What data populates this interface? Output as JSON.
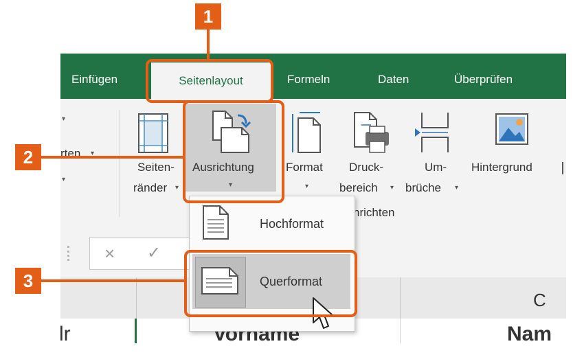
{
  "tabs": [
    {
      "label": "Einfügen"
    },
    {
      "label": "Seitenlayout",
      "active": true
    },
    {
      "label": "Formeln"
    },
    {
      "label": "Daten"
    },
    {
      "label": "Überprüfen"
    }
  ],
  "ribbon": {
    "partial_left": "rten",
    "seitenraender": {
      "line1": "Seiten-",
      "line2": "ränder"
    },
    "ausrichtung": {
      "label": "Ausrichtung"
    },
    "format": {
      "label": "Format"
    },
    "druckbereich": {
      "line1": "Druck-",
      "line2": "bereich"
    },
    "umbrueche": {
      "line1": "Um-",
      "line2": "brüche"
    },
    "hintergrund": {
      "label": "Hintergrund"
    },
    "group_label_partial": "nrichten"
  },
  "dropdown": {
    "items": [
      {
        "label": "Hochformat"
      },
      {
        "label": "Querformat",
        "hovered": true
      }
    ]
  },
  "formula_bar": {
    "cancel_glyph": "×",
    "enter_glyph": "✓"
  },
  "sheet": {
    "column_c": "C",
    "cells": {
      "partial_left": "lr",
      "vorname": "Vorname",
      "partial_right": "Nam"
    }
  },
  "callouts": [
    {
      "number": "1"
    },
    {
      "number": "2"
    },
    {
      "number": "3"
    }
  ],
  "colors": {
    "excel_green": "#217346",
    "callout_orange": "#e35e16",
    "ribbon_bg": "#f3f3f3"
  }
}
